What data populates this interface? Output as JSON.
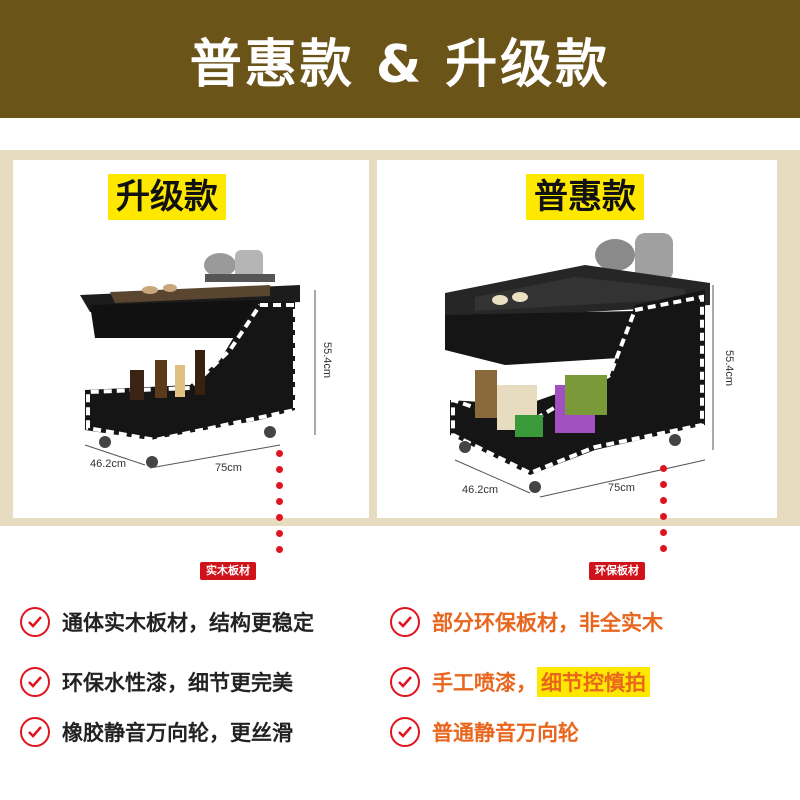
{
  "header": {
    "title": "普惠款 & 升级款"
  },
  "left_panel": {
    "badge": "升级款",
    "dim_height": "55.4cm",
    "dim_depth": "46.2cm",
    "dim_width": "75cm",
    "material_tag": "实木板材"
  },
  "right_panel": {
    "badge": "普惠款",
    "dim_height": "55.4cm",
    "dim_depth": "46.2cm",
    "dim_width": "75cm",
    "material_tag": "环保板材"
  },
  "features_left": [
    {
      "text": "通体实木板材，结构更稳定"
    },
    {
      "text": "环保水性漆，细节更完美"
    },
    {
      "text": "橡胶静音万向轮，更丝滑"
    }
  ],
  "features_right": [
    {
      "text": "部分环保板材，非全实木"
    },
    {
      "text": "手工喷漆，",
      "highlight": "细节控慎拍"
    },
    {
      "text": "普通静音万向轮"
    }
  ],
  "colors": {
    "header_bg": "#6b5418",
    "badge_bg": "#ffe800",
    "accent_red": "#e0141e",
    "right_text": "#e8661e"
  },
  "icons": [
    "check-circle-icon"
  ]
}
